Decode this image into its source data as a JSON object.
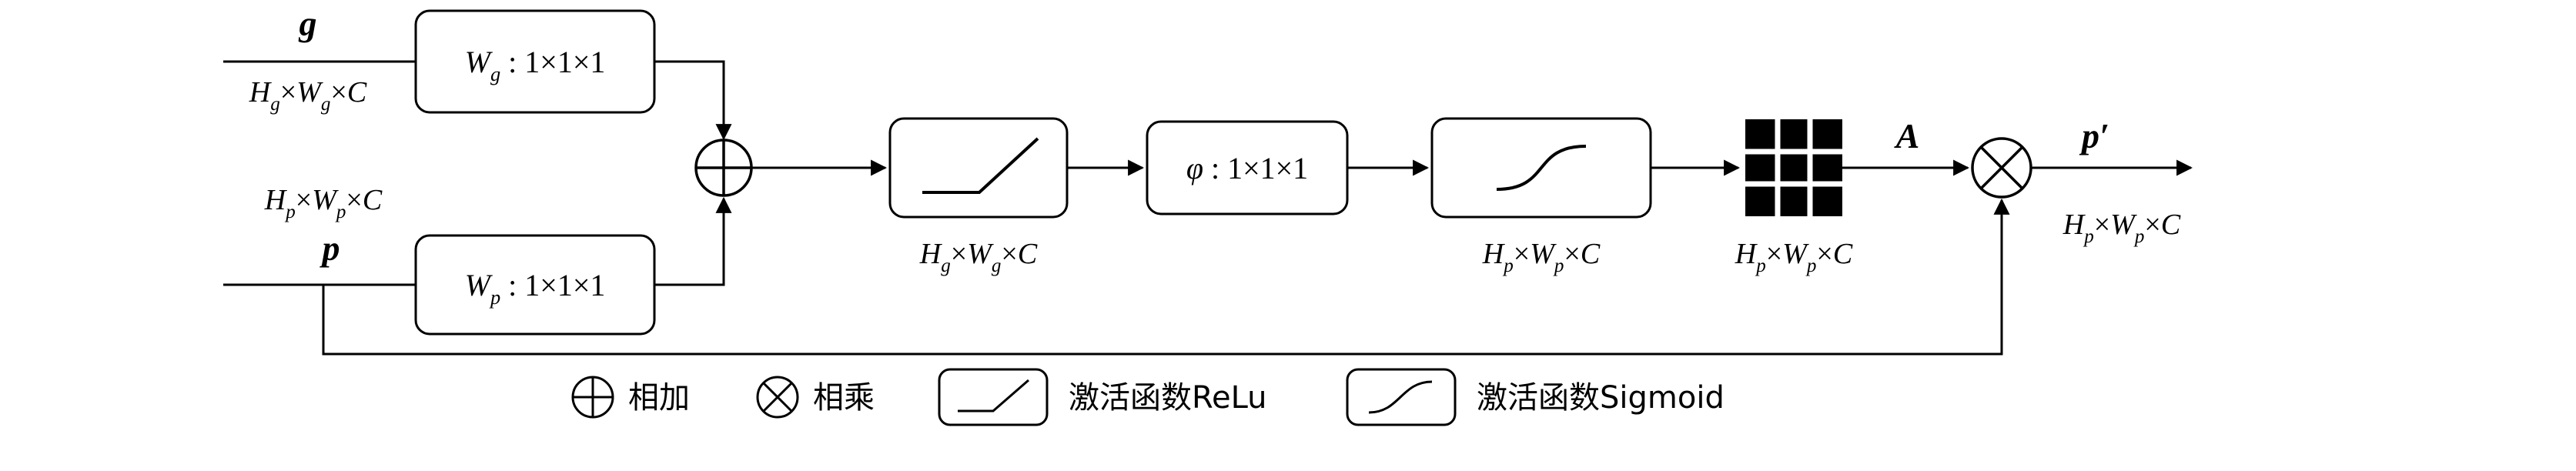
{
  "diagram": {
    "input_g": {
      "label": "g",
      "dims": "H_g×W_g×C"
    },
    "input_p": {
      "label": "p",
      "dims": "H_p×W_p×C"
    },
    "blocks": {
      "wg_label": "W_g : 1×1×1",
      "wp_label": "W_p : 1×1×1",
      "relu_out_dims": "H_g×W_g×C",
      "phi_label": "φ : 1×1×1",
      "sigmoid_out_dims": "H_p×W_p×C",
      "resampler_out_dims": "H_p×W_p×C"
    },
    "output": {
      "attention_label": "A",
      "label": "p′",
      "dims": "H_p×W_p×C"
    },
    "icons": {
      "add": "plus-circle-icon",
      "multiply": "times-circle-icon",
      "relu": "relu-curve-icon",
      "sigmoid": "sigmoid-curve-icon",
      "resampler": "grid-icon"
    },
    "colors": {
      "stroke": "#000000",
      "background": "#ffffff"
    }
  },
  "legend": {
    "add_label": "相加",
    "multiply_label": "相乘",
    "relu_label": "激活函数ReLu",
    "sigmoid_label": "激活函数Sigmoid"
  }
}
